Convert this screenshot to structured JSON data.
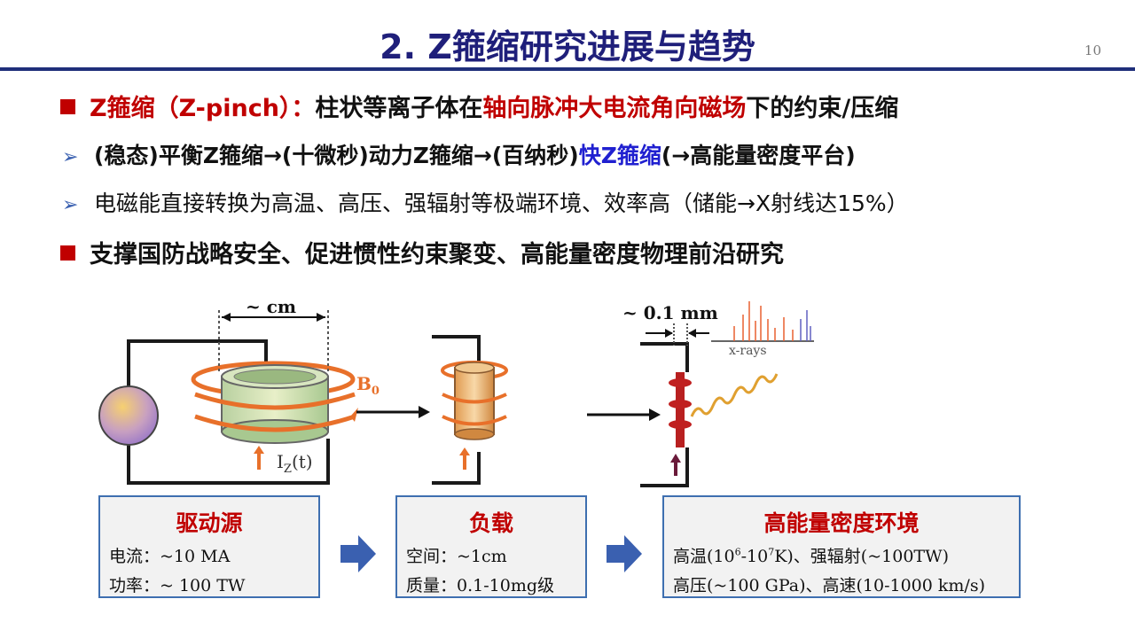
{
  "title": "2. Z箍缩研究进展与趋势",
  "page_number": "10",
  "bullets": {
    "b1": {
      "prefix": "Z箍缩（Z-pinch）：",
      "t1": "柱状等离子体在",
      "t2": "轴向脉冲大电流角向磁场",
      "t3": "下的约束/压缩"
    },
    "b2": {
      "t1": "(稳态)平衡Z箍缩→(十微秒)动力Z箍缩→(百纳秒)",
      "t2": "快Z箍缩",
      "t3": "(→高能量密度平台)"
    },
    "b3": {
      "text": "电磁能直接转换为高温、高压、强辐射等极端环境、效率高（储能→X射线达15%）"
    },
    "b4": {
      "text": "支撑国防战略安全、促进惯性约束聚变、高能量密度物理前沿研究"
    }
  },
  "diagram": {
    "scale_cm": "~ cm",
    "scale_mm": "~ 0.1 mm",
    "b_label": "B",
    "b_sub": "0",
    "i_label": "I",
    "i_sub": "Z",
    "i_suffix": "(t)",
    "xrays": "x-rays"
  },
  "boxes": {
    "driver": {
      "title": "驱动源",
      "line1": "电流：~10 MA",
      "line2": "功率：~ 100 TW"
    },
    "load": {
      "title": "负载",
      "line1": "空间：~1cm",
      "line2": "质量：0.1-10mg级"
    },
    "env": {
      "title": "高能量密度环境",
      "line1a": "高温(10",
      "line1sup1": "6",
      "line1b": "-10",
      "line1sup2": "7",
      "line1c": "K)、强辐射(~100TW)",
      "line2": "高压(~100 GPa)、高速(10-1000 km/s)"
    }
  },
  "colors": {
    "title": "#1f1f7a",
    "accent_red": "#c00000",
    "accent_blue": "#2020d0",
    "box_border": "#3e6fb0",
    "arrow_blue": "#3a60b0",
    "coil_orange": "#e8702a"
  }
}
